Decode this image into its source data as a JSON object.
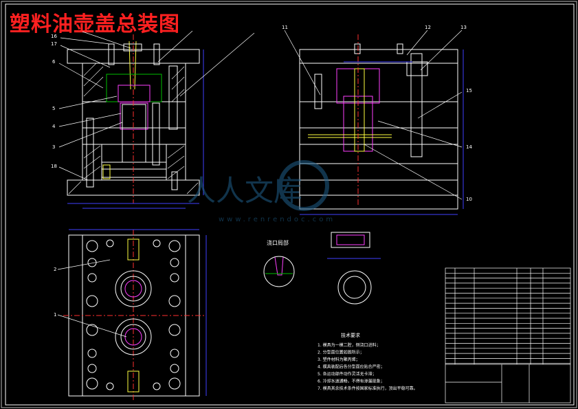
{
  "title": "塑料油壶盖总装图",
  "watermark": {
    "brand": "人人文库",
    "url": "www.renrendoc.com"
  },
  "callouts_left": [
    "16",
    "17",
    "6",
    "5",
    "4",
    "3",
    "18"
  ],
  "callouts_right": [
    "11",
    "12",
    "13",
    "15",
    "14",
    "10"
  ],
  "callouts_plan": [
    "2",
    "1"
  ],
  "detail_label": "浇口局部",
  "notes": {
    "heading": "技术要求",
    "items": [
      "1. 模具为一模二腔，侧浇口进料；",
      "2. 分型面位置如图所示；",
      "3. 塑件材料为聚丙烯；",
      "4. 模具装配后各分型面应贴合严密；",
      "5. 各运动部件动作灵活无卡滞；",
      "6. 冷却水道通畅，不得有渗漏现象；",
      "7. 模具其余技术条件按国家标准执行，顶出平稳可靠。"
    ]
  },
  "colors": {
    "outline": "#ffffff",
    "dim": "#4040ff",
    "center": "#ff3030",
    "part": "#ff40ff",
    "section": "#00c000",
    "accent": "#ffff40",
    "cyan": "#00c8c8",
    "watermark": "#1f5f8a"
  }
}
